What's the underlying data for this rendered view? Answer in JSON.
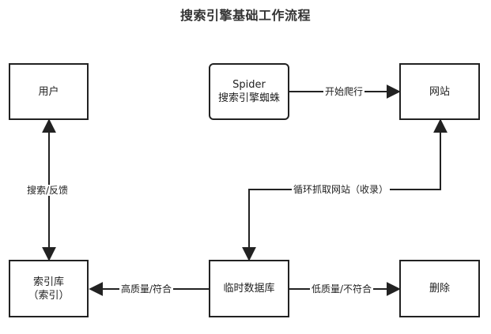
{
  "title": "搜索引擎基础工作流程",
  "nodes": {
    "user": {
      "line1": "用户"
    },
    "spider": {
      "line1": "Spider",
      "line2": "搜索引擎蜘蛛"
    },
    "website": {
      "line1": "网站"
    },
    "index": {
      "line1": "索引库",
      "line2": "（索引）"
    },
    "tempdb": {
      "line1": "临时数据库"
    },
    "delete": {
      "line1": "删除"
    }
  },
  "edges": {
    "crawl": "开始爬行",
    "loop": "循环抓取网站（收录）",
    "search": "搜索/反馈",
    "high": "高质量/符合",
    "low": "低质量/不符合"
  },
  "colors": {
    "stroke": "#222222",
    "background": "#ffffff"
  }
}
